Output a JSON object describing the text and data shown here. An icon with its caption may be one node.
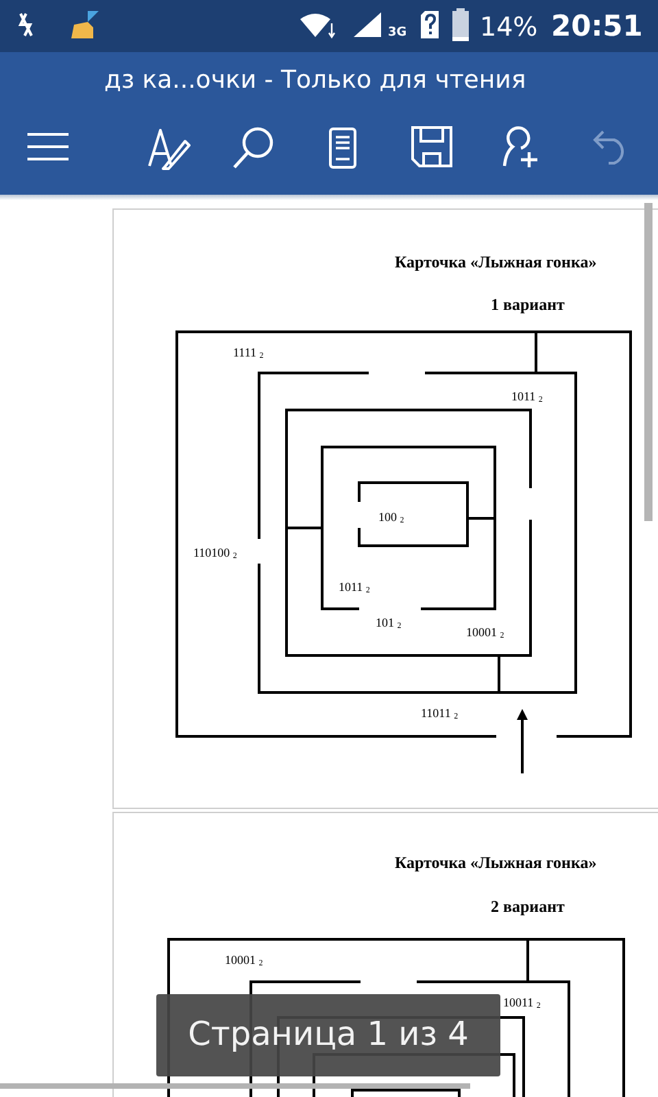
{
  "diagram": {
    "labels": [
      "3G",
      "14%",
      "20:51",
      "дз ка...очки - Только для чтения",
      "Карточка «Лыжная гонка»",
      "1 вариант",
      "1111 $_{2}$",
      "1011 $_{2}$",
      "100 $_{2}$",
      "110100 $_{2}$",
      "1011 $_{2}$",
      "101 $_{2}$",
      "10001 $_{2}$",
      "11011 $_{2}$",
      "Карточка «Лыжная гонка»",
      "2 вариант",
      "10001 $_{2}$",
      "10011 $_{2}$",
      "Страница 1 из 4"
    ]
  }
}
